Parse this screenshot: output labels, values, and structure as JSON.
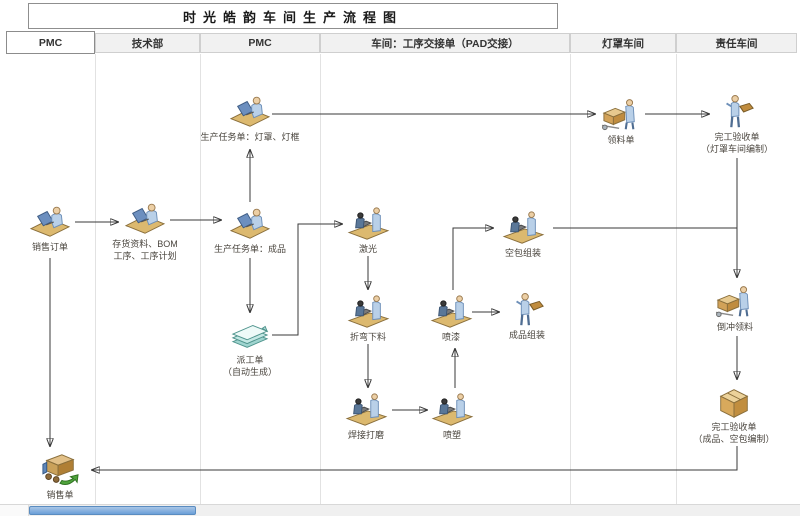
{
  "title": "时光皓韵车间生产流程图",
  "lanes": [
    {
      "label": "PMC"
    },
    {
      "label": "技术部"
    },
    {
      "label": "PMC"
    },
    {
      "label": "车间：工序交接单（PAD交接）"
    },
    {
      "label": "灯罩车间"
    },
    {
      "label": "责任车间"
    }
  ],
  "nodes": [
    {
      "id": "sales-order",
      "label": "销售订单",
      "icon": "worker-at-computer-icon"
    },
    {
      "id": "inventory-bom",
      "label": "存货资料、BOM",
      "label2": "工序、工序计划",
      "icon": "worker-at-computer-icon"
    },
    {
      "id": "task-lampshade",
      "label": "生产任务单：灯罩、灯框",
      "icon": "worker-at-computer-icon"
    },
    {
      "id": "task-finished",
      "label": "生产任务单：成品",
      "icon": "worker-at-computer-icon"
    },
    {
      "id": "dispatch-order",
      "label": "派工单",
      "label2": "（自动生成）",
      "icon": "paper-stack-icon"
    },
    {
      "id": "laser",
      "label": "激光",
      "icon": "workers-bench-icon"
    },
    {
      "id": "bending-cutting",
      "label": "折弯下料",
      "icon": "workers-bench-icon"
    },
    {
      "id": "welding-grinding",
      "label": "焊接打磨",
      "icon": "workers-bench-icon"
    },
    {
      "id": "powder-coating",
      "label": "喷塑",
      "icon": "workers-bench-icon"
    },
    {
      "id": "spray-painting",
      "label": "喷漆",
      "icon": "workers-bench-icon"
    },
    {
      "id": "empty-pack-assembly",
      "label": "空包组装",
      "icon": "workers-bench-icon"
    },
    {
      "id": "finished-assembly",
      "label": "成品组装",
      "icon": "person-carrying-icon"
    },
    {
      "id": "material-requisition",
      "label": "领料单",
      "icon": "person-with-cart-icon"
    },
    {
      "id": "acceptance-lampshade",
      "label": "完工验收单",
      "label2": "（灯罩车间编制）",
      "icon": "person-carrying-icon"
    },
    {
      "id": "backflush-requisition",
      "label": "倒冲领料",
      "icon": "person-with-cart-icon"
    },
    {
      "id": "acceptance-finished",
      "label": "完工验收单",
      "label2": "（成品、空包编制）",
      "icon": "carton-box-icon"
    },
    {
      "id": "sales-slip",
      "label": "销售单",
      "icon": "delivery-truck-icon"
    }
  ],
  "colors": {
    "connector": "#3a3a3a",
    "lane_header_bg": "#f1f1f1",
    "scrollbar_thumb": "#6b9fd8",
    "paper_stack": "#9fd4cf",
    "desk_tan": "#dcb96f"
  }
}
